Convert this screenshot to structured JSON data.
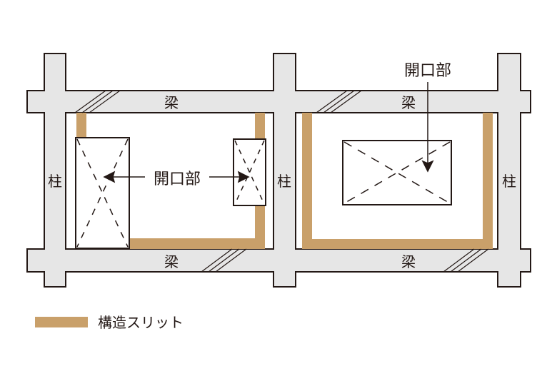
{
  "colors": {
    "frame_fill": "#e6e6e6",
    "outline": "#231815",
    "slit": "#c9a06a",
    "background": "#ffffff"
  },
  "labels": {
    "beam_top_left": "梁",
    "beam_top_right": "梁",
    "beam_bottom_left": "梁",
    "beam_bottom_right": "梁",
    "column_left": "柱",
    "column_middle": "柱",
    "column_right": "柱",
    "opening_left_panel": "開口部",
    "opening_right_panel": "開口部"
  },
  "legend": {
    "slit_label": "構造スリット"
  }
}
